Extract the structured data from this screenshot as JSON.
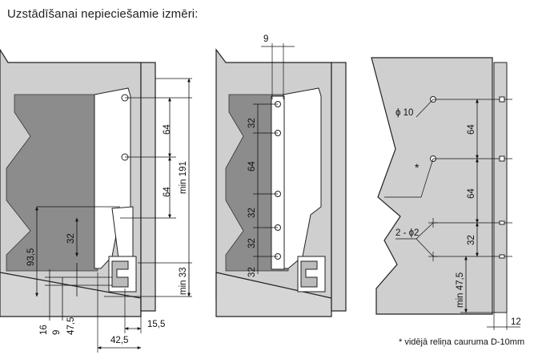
{
  "title": "Uzstādīšanai nepieciešamie izmēri:",
  "footnote": "* vidējā reliņa cauruma D-10mm",
  "figure1": {
    "labels": {
      "d64a": "64",
      "d64b": "64",
      "min191": "min 191",
      "d93_5": "93,5",
      "d32": "32",
      "min33": "min 33",
      "d16": "16",
      "d9": "9",
      "d47_5": "47,5",
      "d15_5": "15,5",
      "d42_5": "42,5"
    }
  },
  "figure2": {
    "labels": {
      "d9": "9",
      "s1": "32",
      "s2": "64",
      "s3": "32",
      "s4": "32",
      "s5": "32"
    }
  },
  "figure3": {
    "labels": {
      "phi10": "ϕ 10",
      "star": "*",
      "d64a": "64",
      "d64b": "64",
      "twoPhi2": "2 - ϕ2",
      "d32": "32",
      "min47_5": "min 47,5",
      "d12": "12"
    }
  }
}
